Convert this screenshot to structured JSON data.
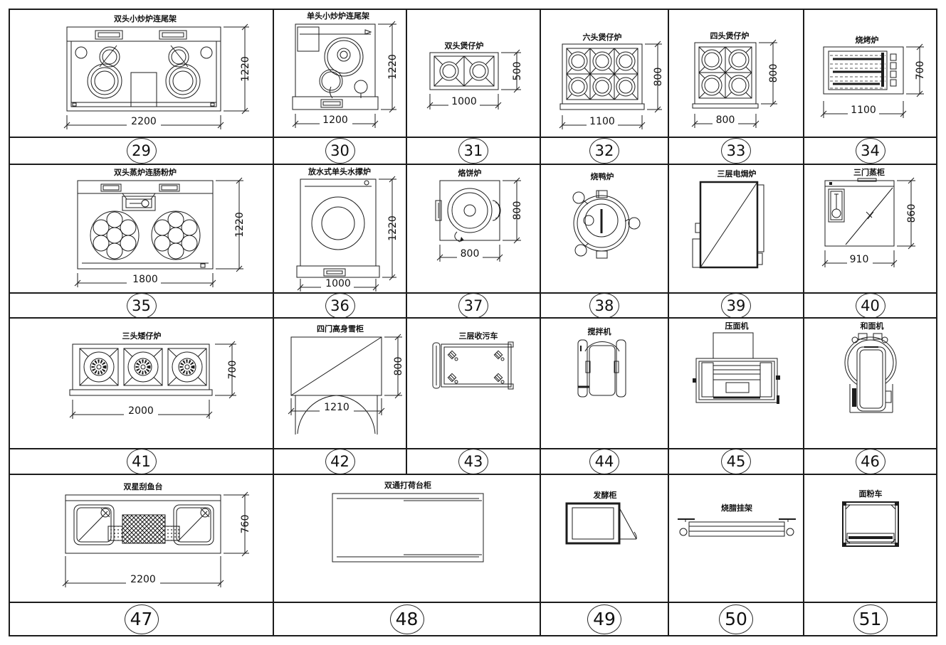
{
  "sheet_type": "kitchen-equipment-cad-legend",
  "colors": {
    "line": "#1c1c1c",
    "background": "#ffffff"
  },
  "cells": [
    {
      "id": "29",
      "label": "双头小炒炉连尾架",
      "dim_w": "2200",
      "dim_h": "1220"
    },
    {
      "id": "30",
      "label": "单头小炒炉连尾架",
      "dim_w": "1200",
      "dim_h": "1220"
    },
    {
      "id": "31",
      "label": "双头煲仔炉",
      "dim_w": "1000",
      "dim_h": "500"
    },
    {
      "id": "32",
      "label": "六头煲仔炉",
      "dim_w": "1100",
      "dim_h": "800"
    },
    {
      "id": "33",
      "label": "四头煲仔炉",
      "dim_w": "800",
      "dim_h": "800"
    },
    {
      "id": "34",
      "label": "烧烤炉",
      "dim_w": "1100",
      "dim_h": "700"
    },
    {
      "id": "35",
      "label": "双头蒸炉连肠粉炉",
      "dim_w": "1800",
      "dim_h": "1220"
    },
    {
      "id": "36",
      "label": "放水式单头水撑炉",
      "dim_w": "1000",
      "dim_h": "1220"
    },
    {
      "id": "37",
      "label": "烙饼炉",
      "dim_w": "800",
      "dim_h": "800"
    },
    {
      "id": "38",
      "label": "烧鸭炉"
    },
    {
      "id": "39",
      "label": "三层电焗炉"
    },
    {
      "id": "40",
      "label": "三门蒸柜",
      "dim_w": "910",
      "dim_h": "860"
    },
    {
      "id": "41",
      "label": "三头矮仔炉",
      "dim_w": "2000",
      "dim_h": "700"
    },
    {
      "id": "42",
      "label": "四门高身雪柜",
      "dim_w": "1210",
      "dim_h": "800"
    },
    {
      "id": "43",
      "label": "三层收污车"
    },
    {
      "id": "44",
      "label": "搅拌机"
    },
    {
      "id": "45",
      "label": "压面机"
    },
    {
      "id": "46",
      "label": "和面机"
    },
    {
      "id": "47",
      "label": "双星刮鱼台",
      "dim_w": "2200",
      "dim_h": "760"
    },
    {
      "id": "48",
      "label": "双通打荷台柜"
    },
    {
      "id": "49",
      "label": "发酵柜"
    },
    {
      "id": "50",
      "label": "烧腊挂架"
    },
    {
      "id": "51",
      "label": "面粉车"
    }
  ]
}
